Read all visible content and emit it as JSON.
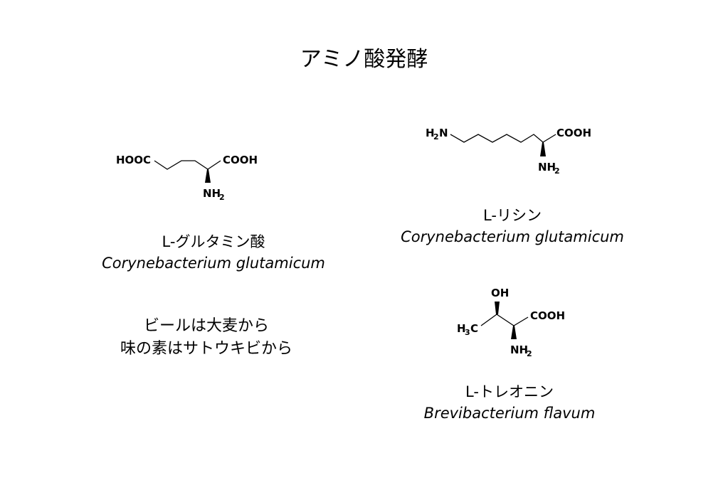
{
  "title": "アミノ酸発酵",
  "glutamate": {
    "name": "L-グルタミン酸",
    "organism": "Corynebacterium glutamicum",
    "labels": {
      "left_acid": "HOOC",
      "right_acid": "COOH",
      "amine_main": "NH",
      "amine_sub": "2"
    }
  },
  "lysine": {
    "name": "L-リシン",
    "organism": "Corynebacterium glutamicum",
    "labels": {
      "terminal_amine_main": "H",
      "terminal_amine_sub": "2",
      "terminal_amine_tail": "N",
      "acid": "COOH",
      "amine_main": "NH",
      "amine_sub": "2"
    }
  },
  "threonine": {
    "name": "L-トレオニン",
    "organism": "Brevibacterium flavum",
    "labels": {
      "hydroxyl": "OH",
      "acid": "COOH",
      "methyl_main": "H",
      "methyl_sub": "3",
      "methyl_tail": "C",
      "amine_main": "NH",
      "amine_sub": "2"
    }
  },
  "note": {
    "line1": "ビールは大麦から",
    "line2": "味の素はサトウキビから"
  }
}
